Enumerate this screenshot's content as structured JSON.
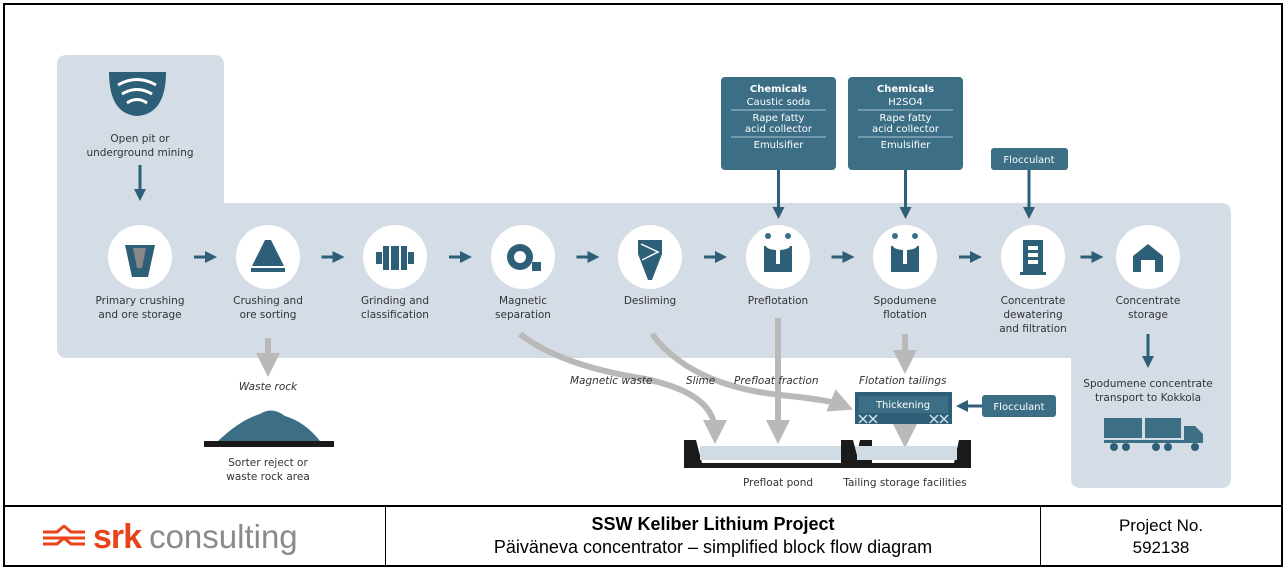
{
  "colors": {
    "panel": "#d4dde6",
    "teal": "#3c6f85",
    "arrow": "#2e5f78",
    "gray_arrow": "#b9b9b9",
    "brand_orange": "#e8431b"
  },
  "stages": [
    {
      "id": "primary-crushing",
      "label": [
        "Primary crushing",
        "and ore storage"
      ],
      "icon": "ore-storage-icon"
    },
    {
      "id": "crushing-sorting",
      "label": [
        "Crushing and",
        "ore sorting"
      ],
      "icon": "crusher-icon"
    },
    {
      "id": "grinding",
      "label": [
        "Grinding and",
        "classification"
      ],
      "icon": "grinding-mill-icon"
    },
    {
      "id": "magnetic",
      "label": [
        "Magnetic",
        "separation"
      ],
      "icon": "magnetic-separator-icon"
    },
    {
      "id": "desliming",
      "label": [
        "Desliming"
      ],
      "icon": "hydrocyclone-icon"
    },
    {
      "id": "preflotation",
      "label": [
        "Preflotation"
      ],
      "icon": "flotation-cell-icon"
    },
    {
      "id": "spodumene-flotation",
      "label": [
        "Spodumene",
        "flotation"
      ],
      "icon": "flotation-cell-icon"
    },
    {
      "id": "dewatering",
      "label": [
        "Concentrate",
        "dewatering",
        "and filtration"
      ],
      "icon": "filter-press-icon"
    },
    {
      "id": "concentrate-storage",
      "label": [
        "Concentrate",
        "storage"
      ],
      "icon": "storage-shed-icon"
    }
  ],
  "mining": {
    "label": [
      "Open pit or",
      "underground mining"
    ],
    "icon": "open-pit-icon"
  },
  "chemicals": [
    {
      "title": "Chemicals",
      "items": [
        "Caustic soda",
        "Rape fatty acid collector",
        "Emulsifier"
      ],
      "lines": [
        [
          "Caustic soda"
        ],
        [
          "Rape fatty",
          "acid collector"
        ],
        [
          "Emulsifier"
        ]
      ]
    },
    {
      "title": "Chemicals",
      "items": [
        "H2SO4",
        "Rape fatty acid collector",
        "Emulsifier"
      ],
      "lines": [
        [
          "H2SO4"
        ],
        [
          "Rape fatty",
          "acid collector"
        ],
        [
          "Emulsifier"
        ]
      ]
    }
  ],
  "flocculant_top": "Flocculant",
  "flocculant_right": "Flocculant",
  "waste_rock": "Waste rock",
  "sorter_reject": [
    "Sorter reject or",
    "waste rock area"
  ],
  "streams": {
    "magnetic_waste": "Magnetic waste",
    "slime": "Slime",
    "prefloat_fraction": "Prefloat fraction",
    "flotation_tailings": "Flotation tailings"
  },
  "thickening": "Thickening",
  "prefloat_pond": "Prefloat pond",
  "tailing_storage": "Tailing storage facilities",
  "transport": [
    "Spodumene concentrate",
    "transport to Kokkola"
  ],
  "footer": {
    "logo_mark": "srk",
    "logo_word": "consulting",
    "project_title": "SSW Keliber Lithium Project",
    "diagram_title": "Päiväneva concentrator – simplified block flow diagram",
    "project_no_label": "Project No.",
    "project_no": "592138"
  }
}
